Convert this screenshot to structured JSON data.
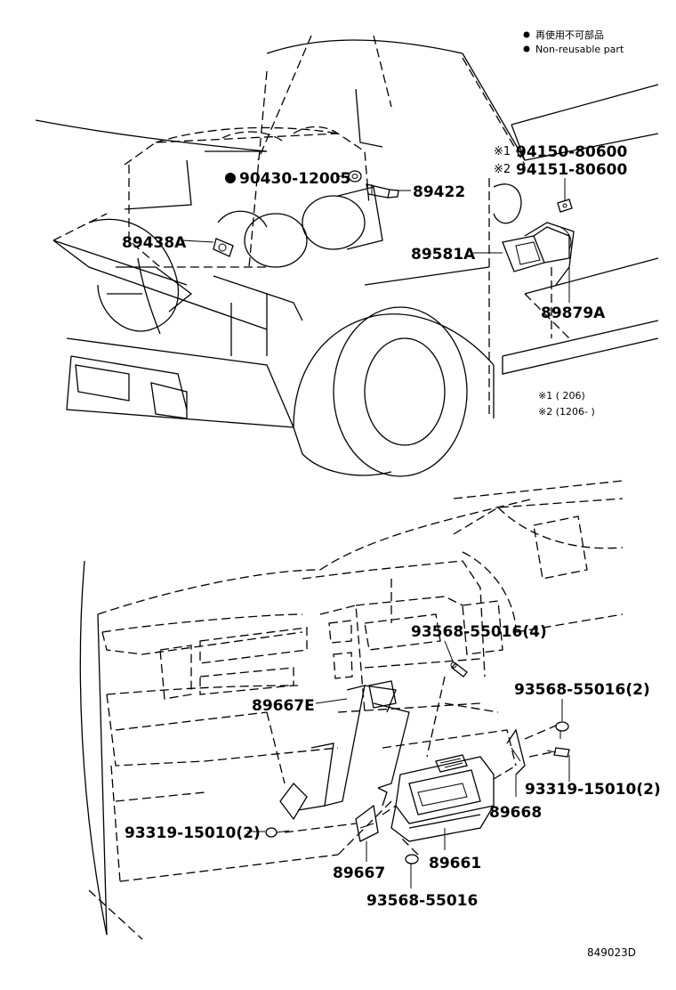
{
  "legend": {
    "line1": "再使用不可部品",
    "line2": "Non-reusable part"
  },
  "labels": {
    "p90430": "90430-12005",
    "p89422": "89422",
    "p89438A": "89438A",
    "p89581A": "89581A",
    "p89879A": "89879A",
    "p94150": "94150-80600",
    "p94151": "94151-80600",
    "p93568_4": "93568-55016(4)",
    "p89667E": "89667E",
    "p93568_2": "93568-55016(2)",
    "p93319_right": "93319-15010(2)",
    "p89668": "89668",
    "p93319_left": "93319-15010(2)",
    "p89667": "89667",
    "p89661": "89661",
    "p93568_bottom": "93568-55016"
  },
  "marks": {
    "m1": "※1",
    "m2": "※2",
    "n1": "※1 (        206)",
    "n2": "※2 (1206-      )"
  },
  "figure_id": "849023D"
}
